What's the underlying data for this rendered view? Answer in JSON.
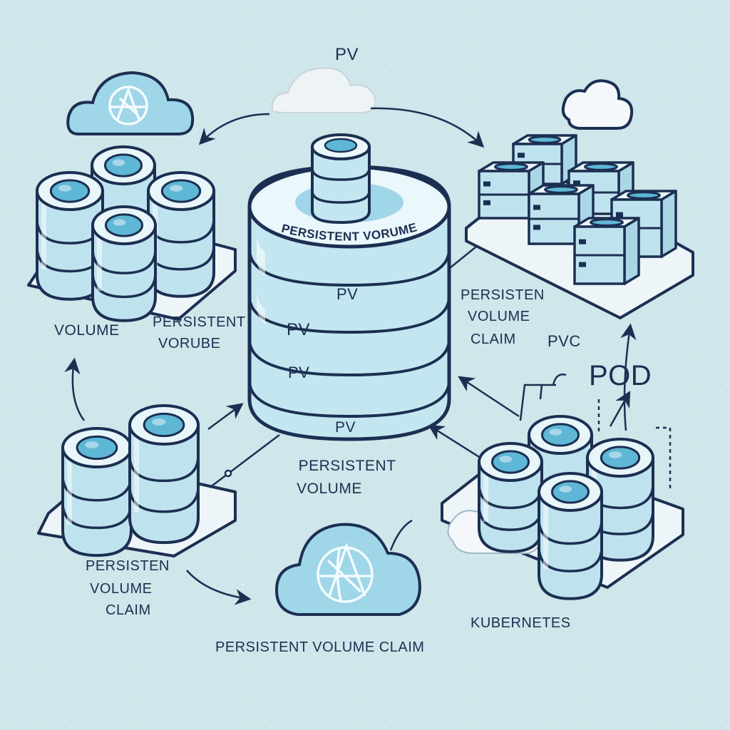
{
  "labels": {
    "pv_top": "PV",
    "persistent_volume_curved": "PERSISTENT VORUME",
    "pv_band_1": "PV",
    "pv_band_2": "PV",
    "pv_band_3": "PV",
    "pv_band_4": "PV",
    "volume_left": "VOLUME",
    "persistent_vorube": [
      "PERSISTENT",
      "VORUBE"
    ],
    "persistent_volume_center": [
      "PERSISTENT",
      "VOLUME"
    ],
    "persisten_volume_claim_right": [
      "PERSISTEN",
      "VOLUME",
      "CLAIM"
    ],
    "pvc": "PVC",
    "pod": "POD",
    "persisten_volume_claim_left": [
      "PERSISTEN",
      "VOLUME",
      "CLAIM"
    ],
    "persistent_volume_claim_bottom": "PERSISTENT VOLUME CLAIM",
    "kubernetes": "KUBERNETES"
  },
  "colors": {
    "background": "#cfe6ea",
    "outline": "#1c2f52",
    "drum_fill": "#bfe3ee",
    "drum_top": "#e8f6fa",
    "disk_fill": "#5fb7d6",
    "cloud_fill": "#9fd6e8",
    "cloud_white": "#f2f7f9",
    "platform": "#eef5f8"
  }
}
